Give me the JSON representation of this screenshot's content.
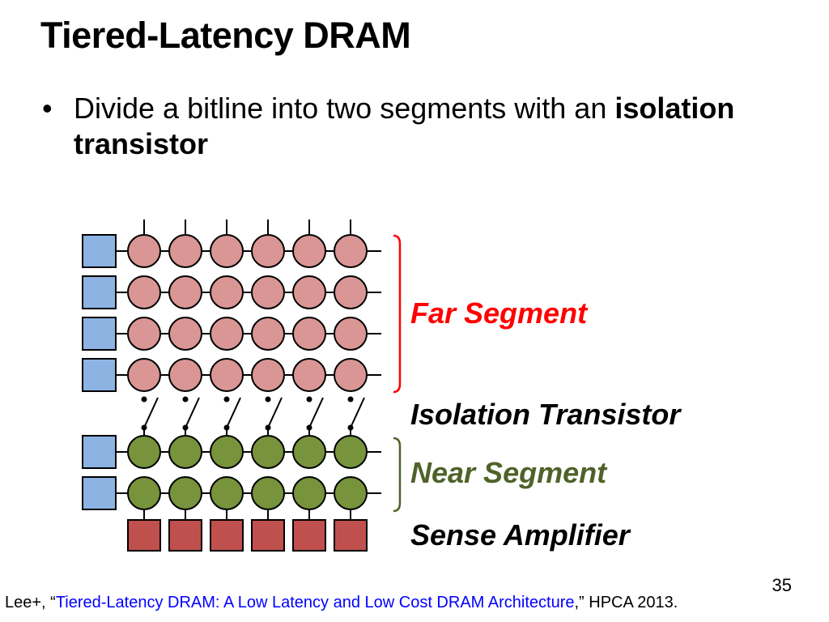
{
  "slide": {
    "title": "Tiered-Latency DRAM",
    "bullet_symbol": "•",
    "bullet_text": "Divide a bitline into two segments with an ",
    "bullet_bold": "isolation transistor",
    "page_number": "35"
  },
  "diagram": {
    "labels": {
      "far_segment": "Far Segment",
      "isolation_transistor": "Isolation Transistor",
      "near_segment": "Near Segment",
      "sense_amplifier": "Sense Amplifier"
    },
    "far_segment_rows": 4,
    "near_segment_rows": 2,
    "bitline_columns": 6,
    "colors": {
      "far_cell": "#d99694",
      "near_cell": "#77933c",
      "wordline_driver": "#8db3e2",
      "sense_amp": "#c0504d",
      "far_brace": "#ff0000",
      "near_brace": "#4f6228"
    }
  },
  "citation": {
    "prefix": "Lee+, “",
    "link_text": "Tiered-Latency DRAM: A Low Latency and Low Cost DRAM Architecture",
    "suffix": ",” HPCA 2013."
  }
}
